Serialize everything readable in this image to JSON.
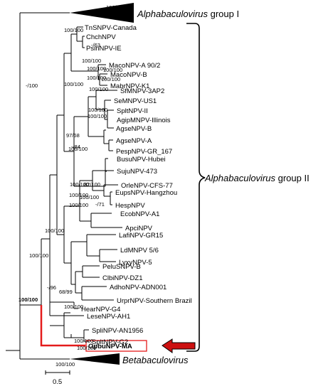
{
  "colors": {
    "highlight": "#e41b1b",
    "arrow": "#cc1111",
    "line": "#000000"
  },
  "clades": {
    "alpha_group1": {
      "italic": "Alphabaculovirus",
      "suffix": " group I"
    },
    "alpha_group2": {
      "italic": "Alphabaculovirus",
      "suffix": " group II"
    },
    "beta": {
      "italic": "Betabaculovirus"
    }
  },
  "leaves": [
    "TnSNPV-Canada",
    "ChchNPV",
    "PsinNPV-IE",
    "MacoNPV-A 90/2",
    "MacoNPV-B",
    "MabrNPV-K1",
    "SfMNPV-3AP2",
    "SeMNPV-US1",
    "SpltNPV-II",
    "AgipMNPV-Illinois",
    "AgseNPV-B",
    "AgseNPV-A",
    "PespNPV-GR_167",
    "BusuNPV-Hubei",
    "SujuNPV-473",
    "OrleNPV-CFS-77",
    "EupsNPV-Hangzhou",
    "HespNPV",
    "EcobNPV-A1",
    "ApciNPV",
    "LafiNPV-GR15",
    "LdMNPV 5/6",
    "LyxyNPV-5",
    "PeluSNPV-B",
    "ClbiNPV-DZ1",
    "AdhoNPV-ADN001",
    "UrprNPV-Southern Brazil",
    "HearNPV-G4",
    "LeseNPV-AH1",
    "SpliNPV-AN1956",
    "SpltNPV-G2",
    "OpbuNPV-MA"
  ],
  "supports": [
    "100/100",
    "100/100",
    "-/63",
    "100/100",
    "100/100",
    "100/100",
    "100/100",
    "100/100",
    "100/100",
    "100/100",
    "100/100",
    "100/100",
    "97/68",
    "100/100",
    "-/100",
    "-/84",
    "82/100",
    "-/71",
    "100/100",
    "100/100",
    "100/100",
    "100/100",
    "-/96",
    "68/99",
    "100/100",
    "100/100",
    "100/100",
    "100/100",
    "100/100",
    "100/100",
    "100/100"
  ],
  "scale": {
    "label": "0.5"
  }
}
